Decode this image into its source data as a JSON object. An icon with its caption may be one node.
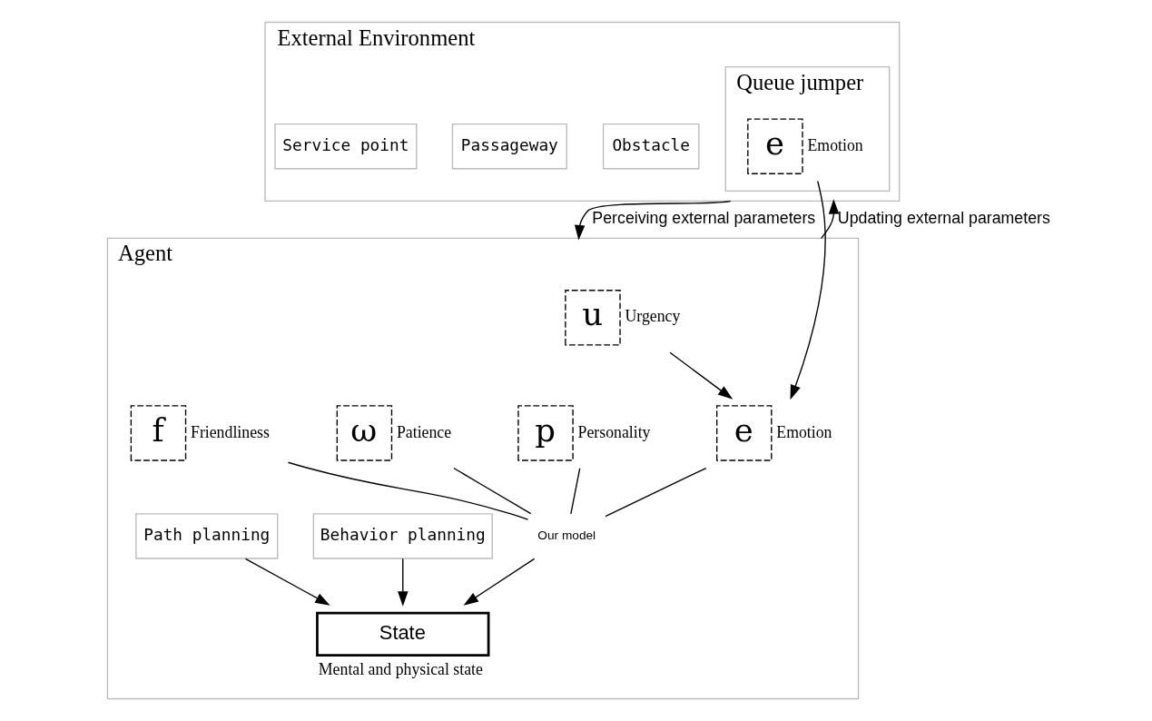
{
  "diagram": {
    "nodes": [
      {
        "text": [
          "External Environment"
        ]
      },
      {
        "text": [
          "Queue jumper"
        ],
        "in": 0
      },
      {
        "text": [
          "e"
        ],
        "beside": [
          "Emotion"
        ],
        "in": 1
      },
      {
        "text": [
          "Obstacle"
        ],
        "in": 0
      },
      {
        "text": [
          "Passageway"
        ],
        "in": 0
      },
      {
        "text": [
          "Service point"
        ],
        "in": 0
      },
      {
        "text": [
          "Agent"
        ]
      },
      {
        "text": [
          "u"
        ],
        "beside": [
          "Urgency"
        ],
        "in": 6
      },
      {
        "text": [
          "e"
        ],
        "beside": [
          "Emotion"
        ],
        "in": 6
      },
      {
        "text": [
          "Our model"
        ],
        "in": 6
      },
      {
        "text": [
          "p"
        ],
        "beside": [
          "Personality"
        ],
        "in": 6
      },
      {
        "text": [
          "ω"
        ],
        "beside": [
          "Patience"
        ],
        "in": 6
      },
      {
        "text": [
          "f"
        ],
        "beside": [
          "Friendliness"
        ],
        "in": 6
      },
      {
        "text": [
          "Behavior planning"
        ],
        "in": 6
      },
      {
        "text": [
          "State"
        ],
        "beside": [
          "Mental and physical state"
        ],
        "in": 6
      },
      {
        "text": [
          "Path planning"
        ],
        "in": 6
      }
    ],
    "edges": [
      {
        "from": 0,
        "to": 6,
        "arrow": "to",
        "label": "Perceiving external parameters"
      },
      {
        "from": 6,
        "to": 0,
        "arrow": "to",
        "label": "Updating external parameters"
      },
      {
        "from": 2,
        "to": 8,
        "arrow": "to"
      },
      {
        "from": 7,
        "to": 8,
        "arrow": "to"
      },
      {
        "from": 8,
        "to": 9,
        "arrow": "none"
      },
      {
        "from": 10,
        "to": 9,
        "arrow": "none"
      },
      {
        "from": 11,
        "to": 9,
        "arrow": "none"
      },
      {
        "from": 12,
        "to": 9,
        "arrow": "none"
      },
      {
        "from": 9,
        "to": 14,
        "arrow": "to"
      },
      {
        "from": 13,
        "to": 14,
        "arrow": "to"
      },
      {
        "from": 15,
        "to": 14,
        "arrow": "to"
      }
    ]
  }
}
